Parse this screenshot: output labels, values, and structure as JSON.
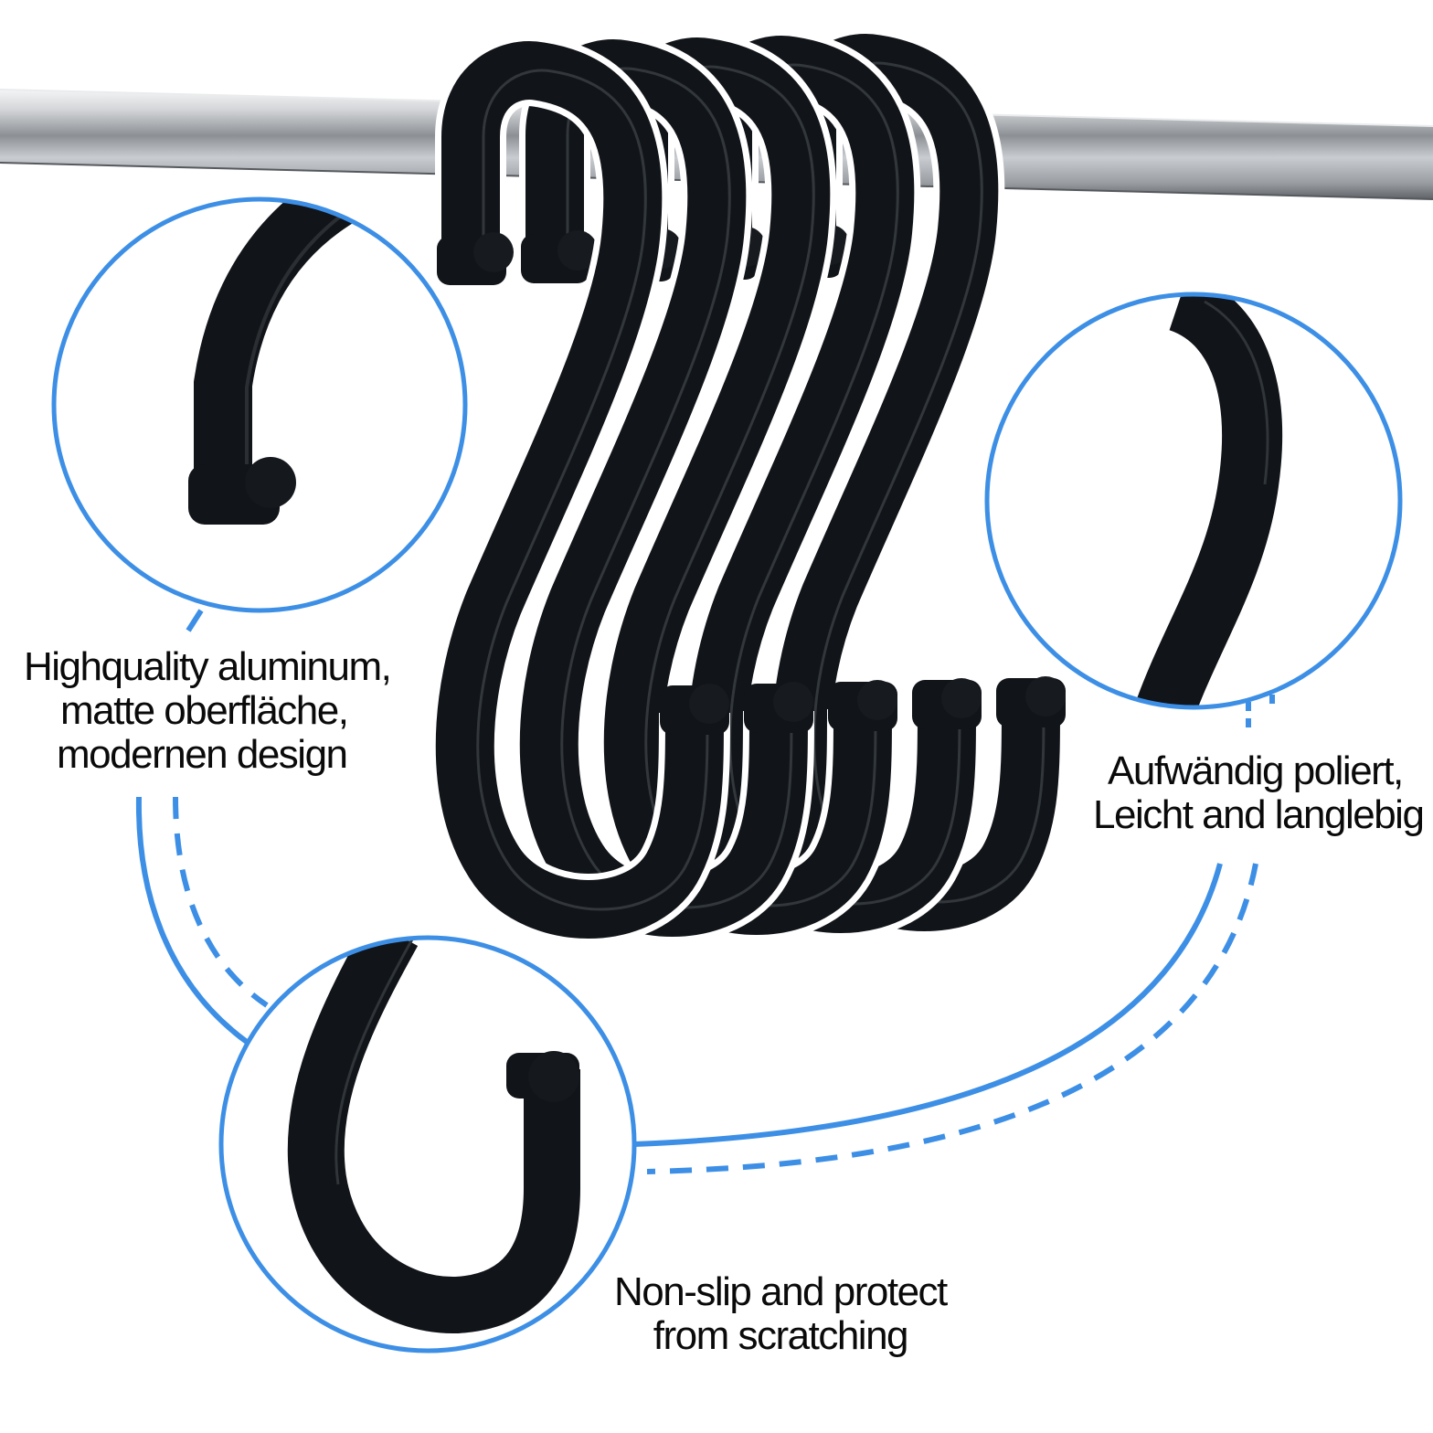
{
  "features": {
    "material": {
      "lines": [
        "Highquality aluminum,",
        "matte oberfläche,",
        "modernen design"
      ],
      "icon": "hook-top-curl-detail"
    },
    "finish": {
      "lines": [
        "Aufwändig poliert,",
        "Leicht and langlebig"
      ],
      "icon": "hook-s-bend-detail"
    },
    "protection": {
      "lines": [
        "Non-slip and protect",
        "from scratching"
      ],
      "icon": "hook-bottom-curl-detail"
    }
  },
  "product": {
    "hooks_shown": 5,
    "hook_color": "#111418",
    "accent_color": "#3d8fe6",
    "rail_color": "#b9bcc0",
    "icon": "s-hook-icon"
  }
}
